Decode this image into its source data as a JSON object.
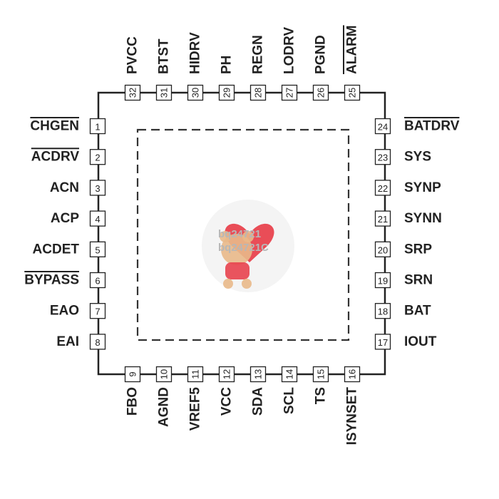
{
  "diagram": {
    "left_pins": [
      {
        "num": "1",
        "label": "CHGEN",
        "overbar": true
      },
      {
        "num": "2",
        "label": "ACDRV",
        "overbar": true
      },
      {
        "num": "3",
        "label": "ACN",
        "overbar": false
      },
      {
        "num": "4",
        "label": "ACP",
        "overbar": false
      },
      {
        "num": "5",
        "label": "ACDET",
        "overbar": false
      },
      {
        "num": "6",
        "label": "BYPASS",
        "overbar": true
      },
      {
        "num": "7",
        "label": "EAO",
        "overbar": false
      },
      {
        "num": "8",
        "label": "EAI",
        "overbar": false
      }
    ],
    "bottom_pins": [
      {
        "num": "9",
        "label": "FBO",
        "overbar": false
      },
      {
        "num": "10",
        "label": "AGND",
        "overbar": false
      },
      {
        "num": "11",
        "label": "VREF5",
        "overbar": false
      },
      {
        "num": "12",
        "label": "VCC",
        "overbar": false
      },
      {
        "num": "13",
        "label": "SDA",
        "overbar": false
      },
      {
        "num": "14",
        "label": "SCL",
        "overbar": false
      },
      {
        "num": "15",
        "label": "TS",
        "overbar": false
      },
      {
        "num": "16",
        "label": "ISYNSET",
        "overbar": false
      }
    ],
    "right_pins": [
      {
        "num": "24",
        "label": "BATDRV",
        "overbar": true
      },
      {
        "num": "23",
        "label": "SYS",
        "overbar": false
      },
      {
        "num": "22",
        "label": "SYNP",
        "overbar": false
      },
      {
        "num": "21",
        "label": "SYNN",
        "overbar": false
      },
      {
        "num": "20",
        "label": "SRP",
        "overbar": false
      },
      {
        "num": "19",
        "label": "SRN",
        "overbar": false
      },
      {
        "num": "18",
        "label": "BAT",
        "overbar": false
      },
      {
        "num": "17",
        "label": "IOUT",
        "overbar": false
      }
    ],
    "top_pins": [
      {
        "num": "32",
        "label": "PVCC",
        "overbar": false
      },
      {
        "num": "31",
        "label": "BTST",
        "overbar": false
      },
      {
        "num": "30",
        "label": "HIDRV",
        "overbar": false
      },
      {
        "num": "29",
        "label": "PH",
        "overbar": false
      },
      {
        "num": "28",
        "label": "REGN",
        "overbar": false
      },
      {
        "num": "27",
        "label": "LODRV",
        "overbar": false
      },
      {
        "num": "26",
        "label": "PGND",
        "overbar": false
      },
      {
        "num": "25",
        "label": "ALARM",
        "overbar": true
      }
    ],
    "watermark": {
      "line1": "bq24721",
      "line2": "bq24721C",
      "icon": "teddy-bear-heart-icon"
    }
  },
  "colors": {
    "ink": "#222222",
    "heart": "#e8434e",
    "bear": "#e9b98a",
    "shirt": "#e8434e"
  }
}
